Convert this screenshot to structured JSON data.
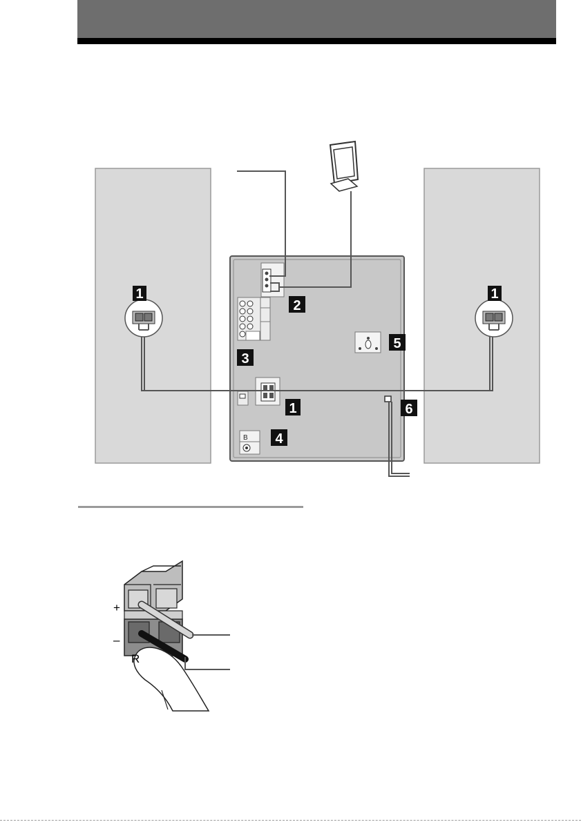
{
  "callouts": {
    "speaker_left": "1",
    "speaker_right": "1",
    "speaker_terminal": "1",
    "antenna_terminal": "2",
    "audio_jacks": "3",
    "video_out": "4",
    "fm_antenna_jack": "5",
    "power_cord": "6"
  },
  "terminal_labels": {
    "plus": "+",
    "minus": "–",
    "channel": "R"
  }
}
